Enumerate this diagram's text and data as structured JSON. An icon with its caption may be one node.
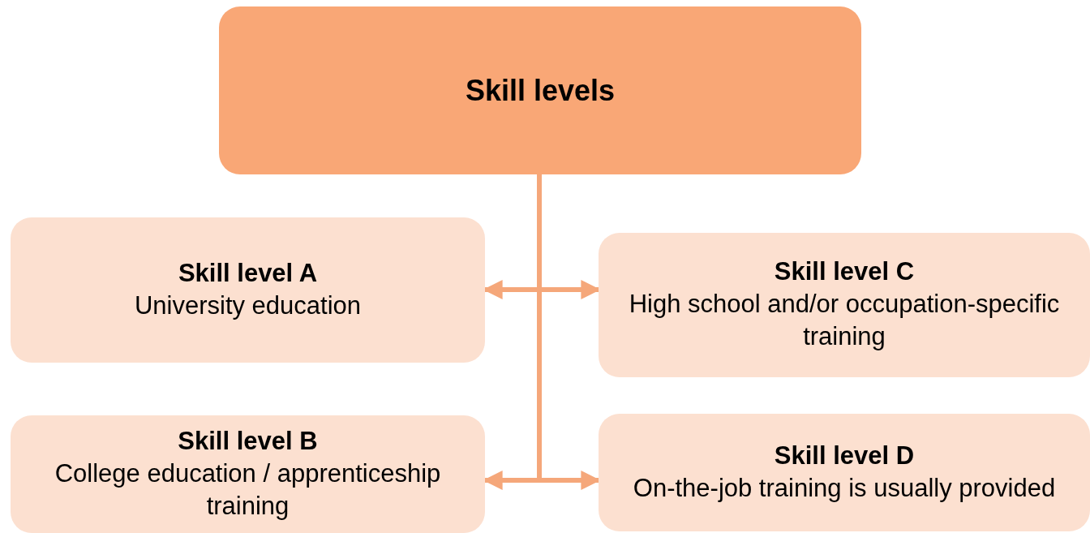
{
  "diagram": {
    "nodes": [
      {
        "text": [
          "Skill levels"
        ]
      },
      {
        "text": [
          "Skill level A",
          "University education"
        ]
      },
      {
        "text": [
          "Skill level C",
          "High school and/or occupation-specific training"
        ]
      },
      {
        "text": [
          "Skill level B",
          "College education / apprenticeship training"
        ]
      },
      {
        "text": [
          "Skill level D",
          "On-the-job training is usually provided"
        ]
      }
    ],
    "edges": [
      {
        "from": 0,
        "to": 1,
        "arrow": "to"
      },
      {
        "from": 0,
        "to": 2,
        "arrow": "to"
      },
      {
        "from": 0,
        "to": 3,
        "arrow": "to"
      },
      {
        "from": 0,
        "to": 4,
        "arrow": "to"
      }
    ]
  }
}
